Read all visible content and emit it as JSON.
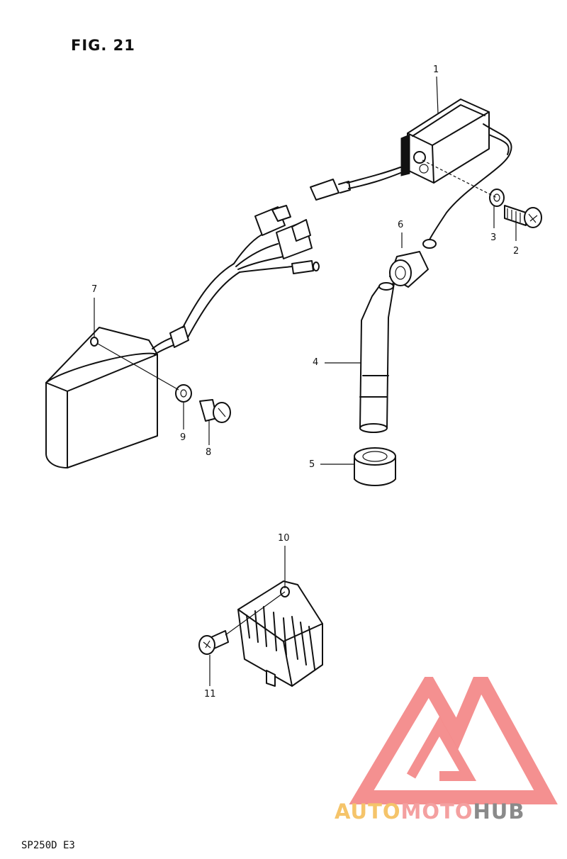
{
  "figure": {
    "title": "FIG. 21",
    "model_code": "SP250D  E3"
  },
  "callouts": [
    {
      "id": "1",
      "text": "1"
    },
    {
      "id": "2",
      "text": "2"
    },
    {
      "id": "3",
      "text": "3"
    },
    {
      "id": "4",
      "text": "4"
    },
    {
      "id": "5",
      "text": "5"
    },
    {
      "id": "6",
      "text": "6"
    },
    {
      "id": "7",
      "text": "7"
    },
    {
      "id": "8",
      "text": "8"
    },
    {
      "id": "9",
      "text": "9"
    },
    {
      "id": "10",
      "text": "10"
    },
    {
      "id": "11",
      "text": "11"
    }
  ],
  "watermark": {
    "part1": "AUTO",
    "part2": "MOTO",
    "part3": "HUB",
    "colors": {
      "auto": "#f5c46a",
      "moto": "#f4a0a0",
      "hub": "#8a8a8a",
      "logo": "#f27d7d"
    }
  }
}
